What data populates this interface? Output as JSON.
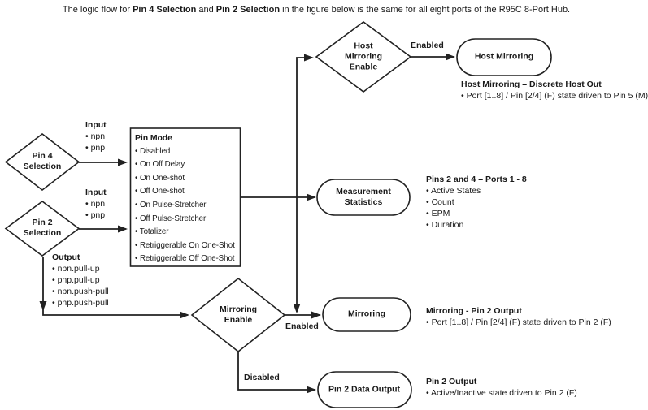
{
  "title": {
    "prefix": "The logic flow for ",
    "bold_pin4": "Pin 4 Selection",
    "mid": " and ",
    "bold_pin2": "Pin 2 Selection",
    "suffix": " in the figure below is the same for all eight ports of the R95C 8-Port Hub."
  },
  "nodes": {
    "pin4_selection": {
      "line1": "Pin 4",
      "line2": "Selection"
    },
    "pin2_selection": {
      "line1": "Pin 2",
      "line2": "Selection"
    },
    "pin_mode": {
      "title": "Pin Mode",
      "items": [
        "• Disabled",
        "• On Off Delay",
        "• On One-shot",
        "• Off One-shot",
        "• On Pulse-Stretcher",
        "• Off Pulse-Stretcher",
        "• Totalizer",
        "• Retriggerable On One-Shot",
        "• Retriggerable Off One-Shot"
      ]
    },
    "host_mirroring_enable": {
      "line1": "Host",
      "line2": "Mirroring",
      "line3": "Enable"
    },
    "host_mirroring": {
      "label": "Host Mirroring"
    },
    "measurement_statistics": {
      "line1": "Measurement",
      "line2": "Statistics"
    },
    "mirroring_enable": {
      "line1": "Mirroring",
      "line2": "Enable"
    },
    "mirroring": {
      "label": "Mirroring"
    },
    "pin2_data_output": {
      "label": "Pin 2 Data Output"
    }
  },
  "edge_labels": {
    "input_pin4": {
      "title": "Input",
      "items": [
        "• npn",
        "• pnp"
      ]
    },
    "input_pin2": {
      "title": "Input",
      "items": [
        "• npn",
        "• pnp"
      ]
    },
    "output_pin2": {
      "title": "Output",
      "items": [
        "• npn.pull-up",
        "• pnp.pull-up",
        "• npn.push-pull",
        "• pnp.push-pull"
      ]
    },
    "enabled_host": "Enabled",
    "enabled_mirroring": "Enabled",
    "disabled_mirroring": "Disabled"
  },
  "annotations": {
    "host_mirroring_out": {
      "title": "Host Mirroring – Discrete Host Out",
      "items": [
        "• Port [1..8] / Pin [2/4] (F) state driven to Pin 5 (M)"
      ]
    },
    "pins_2_and_4": {
      "title": "Pins 2 and 4 – Ports 1 - 8",
      "items": [
        "• Active States",
        "• Count",
        "• EPM",
        "• Duration"
      ]
    },
    "mirroring_out": {
      "title": "Mirroring - Pin 2 Output",
      "items": [
        "• Port [1..8] / Pin [2/4] (F) state driven to Pin 2 (F)"
      ]
    },
    "pin2_out": {
      "title": "Pin 2 Output",
      "items": [
        "• Active/Inactive state driven to Pin 2 (F)"
      ]
    }
  },
  "colors": {
    "ink": "#1a1a1a",
    "line": "#222222",
    "background": "#ffffff"
  }
}
